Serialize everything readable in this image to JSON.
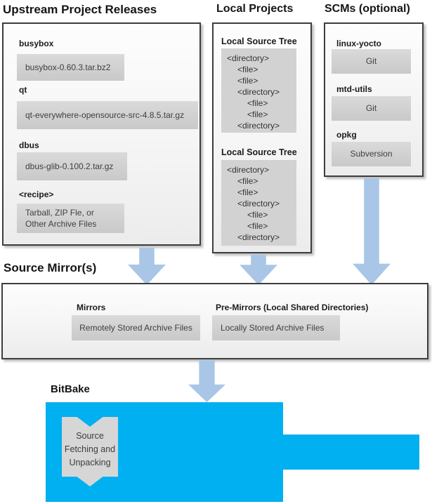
{
  "upstream": {
    "title": "Upstream Project Releases",
    "entries": [
      {
        "label": "busybox",
        "file": "busybox-0.60.3.tar.bz2"
      },
      {
        "label": "qt",
        "file": "qt-everywhere-opensource-src-4.8.5.tar.gz"
      },
      {
        "label": "dbus",
        "file": "dbus-glib-0.100.2.tar.gz"
      },
      {
        "label": "<recipe>",
        "file": "Tarball, ZIP Fle, or\nOther Archive Files"
      }
    ]
  },
  "local": {
    "title": "Local Projects",
    "trees": [
      {
        "heading": "Local Source Tree",
        "items": [
          {
            "text": "<directory>",
            "indent": 0
          },
          {
            "text": "<file>",
            "indent": 1
          },
          {
            "text": "<file>",
            "indent": 1
          },
          {
            "text": "<directory>",
            "indent": 1
          },
          {
            "text": "<file>",
            "indent": 2
          },
          {
            "text": "<file>",
            "indent": 2
          },
          {
            "text": "<directory>",
            "indent": 1
          }
        ]
      },
      {
        "heading": "Local Source Tree",
        "items": [
          {
            "text": "<directory>",
            "indent": 0
          },
          {
            "text": "<file>",
            "indent": 1
          },
          {
            "text": "<file>",
            "indent": 1
          },
          {
            "text": "<directory>",
            "indent": 1
          },
          {
            "text": "<file>",
            "indent": 2
          },
          {
            "text": "<file>",
            "indent": 2
          },
          {
            "text": "<directory>",
            "indent": 1
          }
        ]
      }
    ]
  },
  "scms": {
    "title": "SCMs (optional)",
    "entries": [
      {
        "label": "linux-yocto",
        "tool": "Git"
      },
      {
        "label": "mtd-utils",
        "tool": "Git"
      },
      {
        "label": "opkg",
        "tool": "Subversion"
      }
    ]
  },
  "mirrors": {
    "title": "Source Mirror(s)",
    "mirrors_label": "Mirrors",
    "mirrors_value": "Remotely Stored Archive Files",
    "premirrors_label": "Pre-Mirrors (Local Shared Directories)",
    "premirrors_value": "Locally Stored Archive Files"
  },
  "bitbake": {
    "title": "BitBake",
    "process_step": "Source\nFetching and\nUnpacking"
  },
  "colors": {
    "bitbake_blue": "#00b0f0",
    "arrow_blue": "#a9c6e6",
    "item_gray_light": "#dadada",
    "item_gray_dark": "#c9c9c9",
    "panel_border": "#3d3d3d"
  }
}
